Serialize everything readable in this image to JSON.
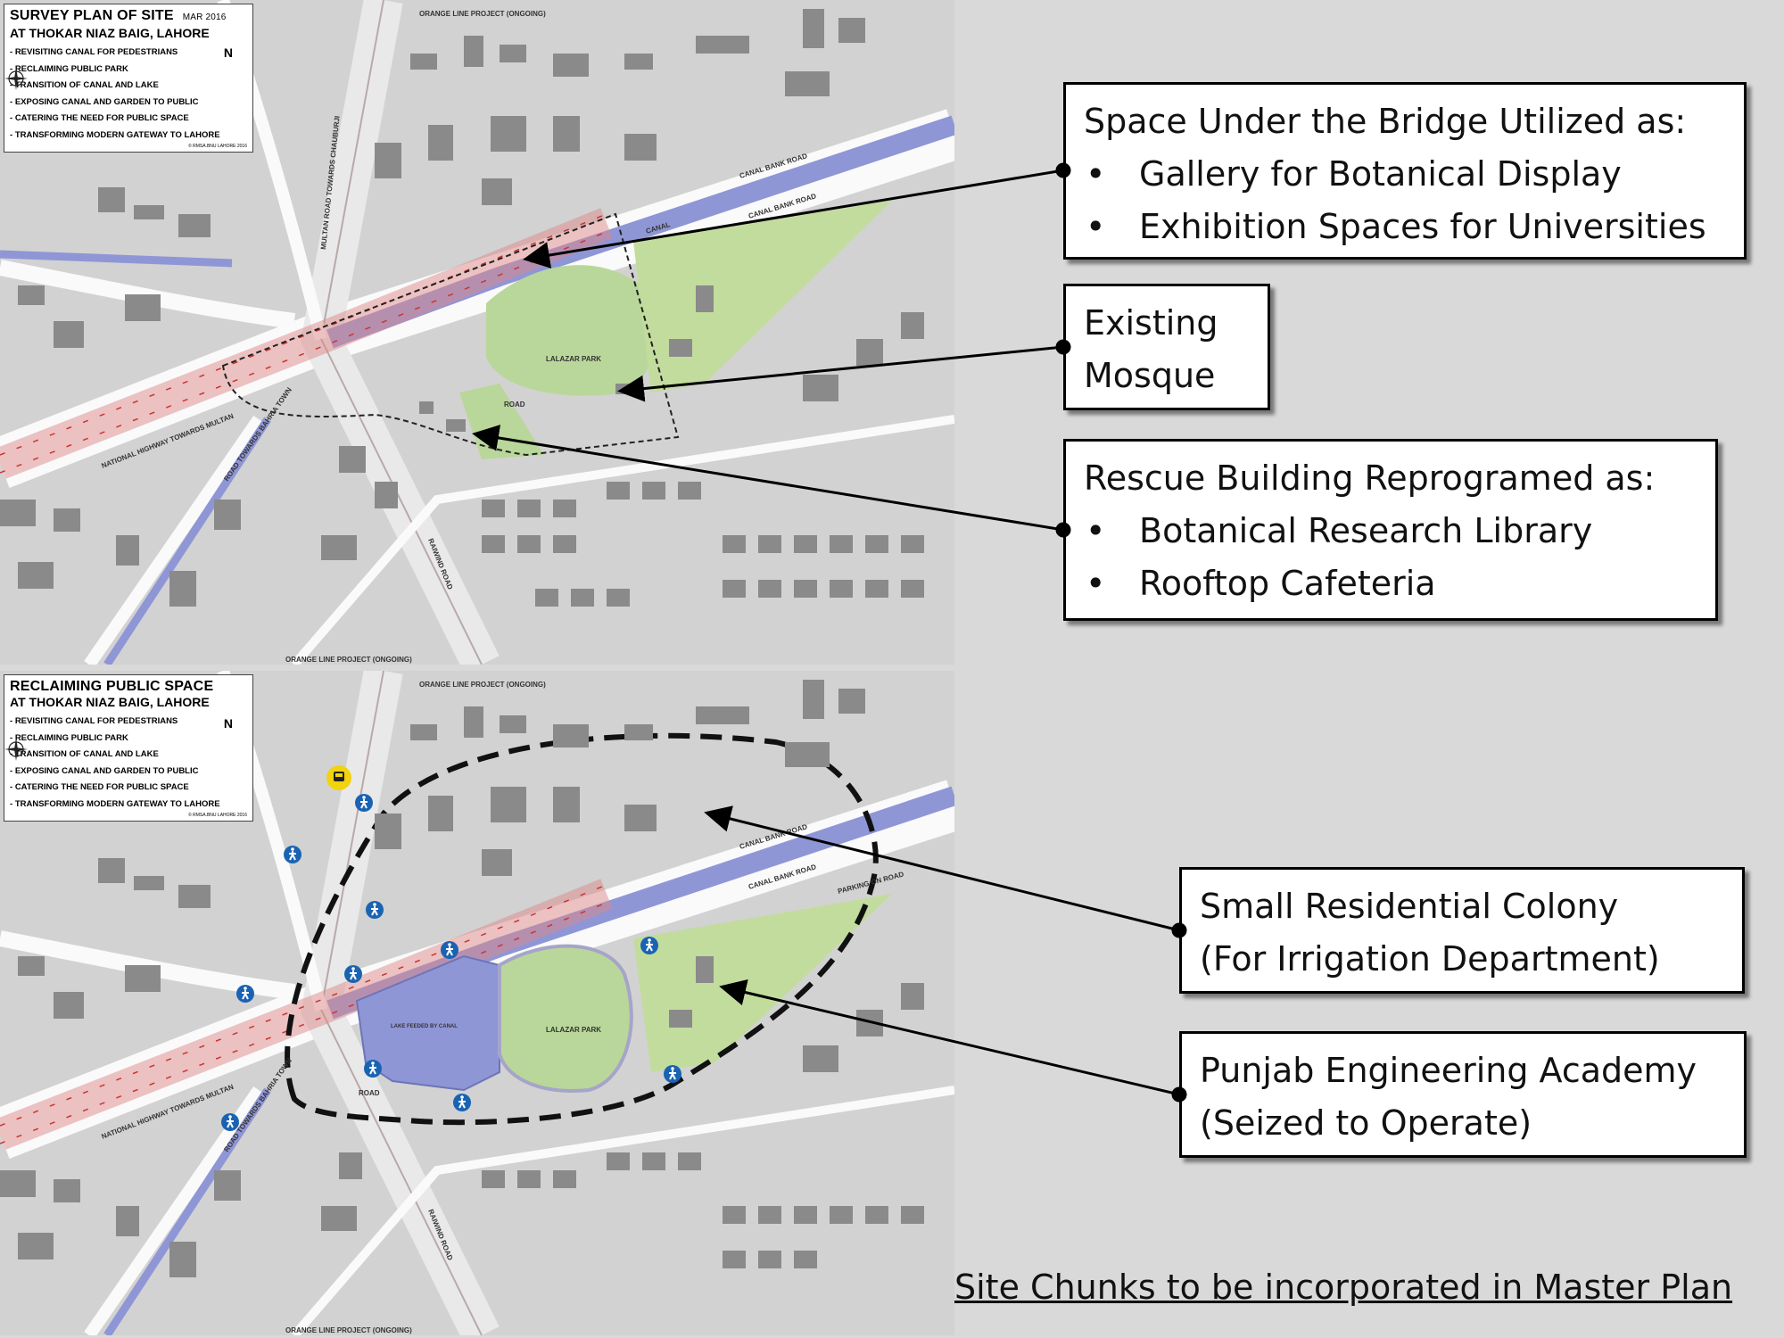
{
  "maps": {
    "top": {
      "legend_title": "SURVEY PLAN OF SITE",
      "legend_date": "MAR 2016",
      "legend_subtitle": "AT THOKAR NIAZ BAIG, LAHORE",
      "items": [
        "REVISITING CANAL FOR PEDESTRIANS",
        "RECLAIMING PUBLIC PARK",
        "TRANSITION OF CANAL AND LAKE",
        "EXPOSING CANAL AND GARDEN TO PUBLIC",
        "CATERING THE NEED FOR PUBLIC SPACE",
        "TRANSFORMING MODERN GATEWAY TO LAHORE"
      ],
      "north": "N",
      "copyright": "© RMSA.BNU LAHORE 2016",
      "labels": {
        "orange_top": "ORANGE LINE PROJECT (ONGOING)",
        "orange_bottom": "ORANGE LINE PROJECT (ONGOING)",
        "canal_bank_road_1": "CANAL BANK ROAD",
        "canal_bank_road_2": "CANAL BANK ROAD",
        "park": "LALAZAR PARK",
        "national_highway": "NATIONAL HIGHWAY TOWARDS MULTAN",
        "raiwind_road": "RAIWIND ROAD",
        "road_bahria": "ROAD TOWARDS BAHRIA TOWN",
        "multan_road": "MULTAN ROAD TOWARDS CHAUBURJI",
        "canal": "CANAL",
        "road": "ROAD"
      }
    },
    "bottom": {
      "legend_title": "RECLAIMING PUBLIC SPACE",
      "legend_subtitle": "AT THOKAR NIAZ BAIG, LAHORE",
      "items": [
        "REVISITING CANAL FOR PEDESTRIANS",
        "RECLAIMING PUBLIC PARK",
        "TRANSITION OF CANAL AND LAKE",
        "EXPOSING CANAL AND GARDEN TO PUBLIC",
        "CATERING THE NEED FOR PUBLIC SPACE",
        "TRANSFORMING MODERN GATEWAY TO LAHORE"
      ],
      "north": "N",
      "copyright": "© RMSA.BNU LAHORE 2016",
      "labels": {
        "orange_top": "ORANGE LINE PROJECT (ONGOING)",
        "orange_bottom": "ORANGE LINE PROJECT (ONGOING)",
        "canal_bank_road_1": "CANAL BANK ROAD",
        "canal_bank_road_2": "CANAL BANK ROAD",
        "park": "LALAZAR PARK",
        "lake": "LAKE FEEDED BY CANAL",
        "national_highway": "NATIONAL HIGHWAY TOWARDS MULTAN",
        "raiwind_road": "RAIWIND ROAD",
        "road_bahria": "ROAD TOWARDS BAHRIA TOWN",
        "parking": "PARKING ON ROAD",
        "road": "ROAD"
      }
    }
  },
  "callouts": {
    "bridge": {
      "heading": "Space Under the Bridge Utilized as:",
      "bullets": [
        "Gallery for Botanical Display",
        "Exhibition Spaces for Universities"
      ]
    },
    "mosque": {
      "lines": [
        "Existing",
        "Mosque"
      ]
    },
    "rescue": {
      "heading": "Rescue Building Reprogramed as:",
      "bullets": [
        "Botanical Research Library",
        "Rooftop Cafeteria"
      ]
    },
    "colony": {
      "lines": [
        "Small Residential Colony",
        "(For Irrigation Department)"
      ]
    },
    "academy": {
      "lines": [
        "Punjab Engineering Academy",
        "(Seized to Operate)"
      ]
    }
  },
  "footer": "Site Chunks to be incorporated in Master Plan",
  "colors": {
    "canal": "#8f96d6",
    "park": "#b9d79a",
    "building": "#8a8a8a",
    "road": "#ffffff",
    "background": "#d9d9d9"
  },
  "icons": [
    "pedestrian-icon",
    "metro-station-icon",
    "compass-icon"
  ]
}
